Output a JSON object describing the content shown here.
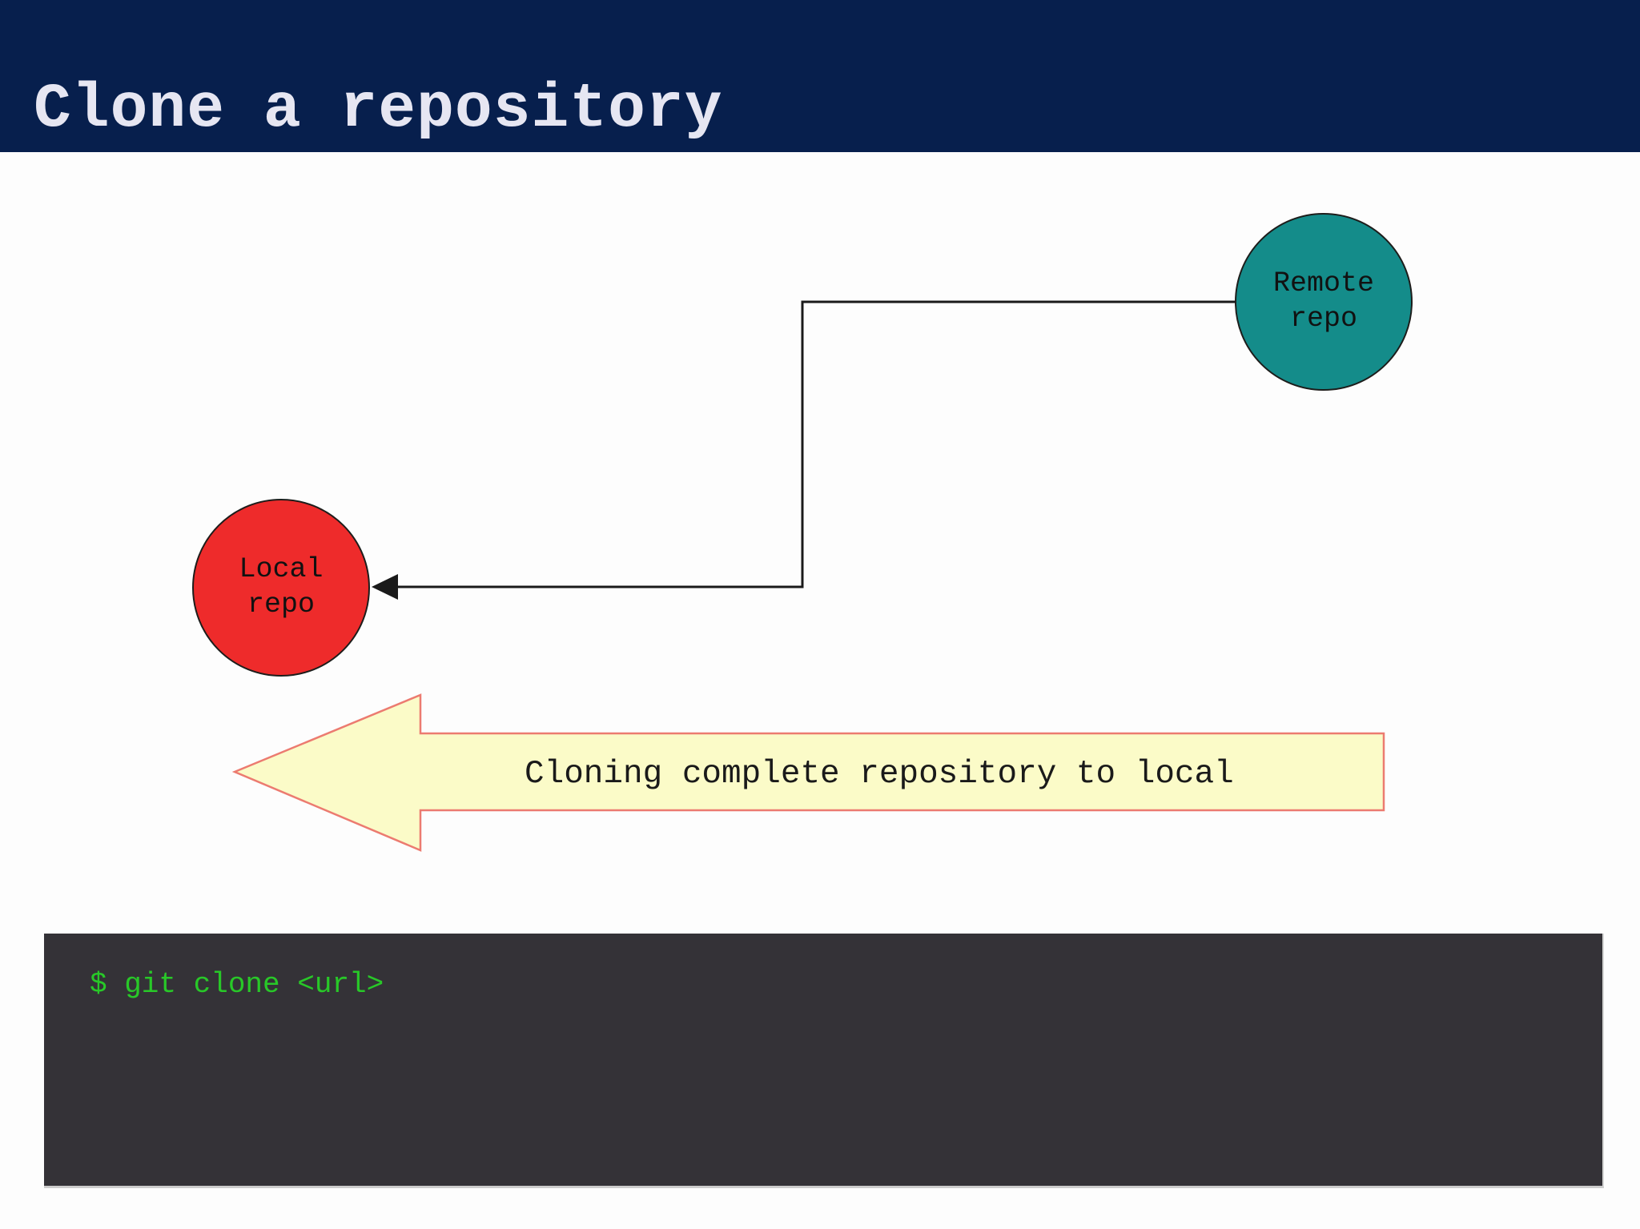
{
  "header": {
    "title": "Clone a repository",
    "bg_color": "#071f4d",
    "text_color": "#e6e6f2"
  },
  "diagram": {
    "remote_repo": {
      "label": "Remote\nrepo",
      "fill": "#148c8a",
      "border_color": "#1d1d1b"
    },
    "local_repo": {
      "label": "Local\nrepo",
      "fill": "#ee2b2b",
      "border_color": "#1d1d1b"
    },
    "connector": {
      "color": "#1a1a1a",
      "direction": "remote-to-local"
    },
    "big_arrow": {
      "label": "Cloning complete repository to local",
      "fill": "#fbfbc8",
      "border_color": "#ec7b70",
      "direction": "left"
    }
  },
  "terminal": {
    "command": "$ git clone <url>",
    "bg_color": "#343237",
    "text_color": "#28c828"
  }
}
